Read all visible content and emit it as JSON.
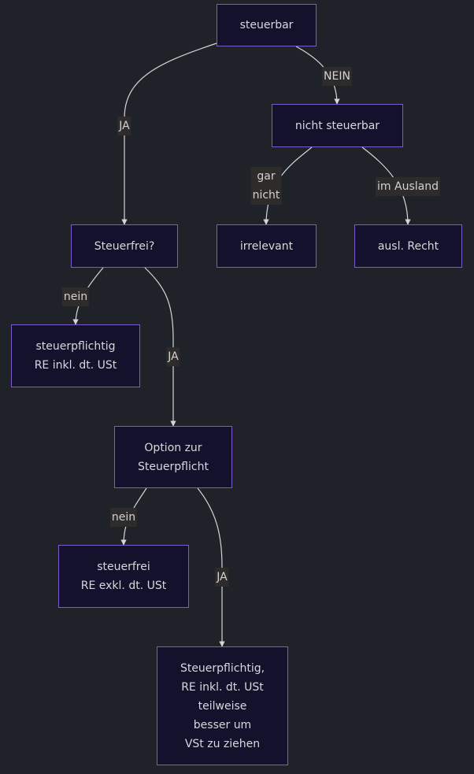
{
  "nodes": {
    "steuerbar": "steuerbar",
    "nicht_steuerbar": "nicht steuerbar",
    "steuerfrei_q": "Steuerfrei?",
    "irrelevant": "irrelevant",
    "ausl_recht": "ausl. Recht",
    "steuerpflichtig_1": "steuerpflichtig\nRE inkl. dt. USt",
    "option": "Option zur\nSteuerpflicht",
    "steuerfrei_2": "steuerfrei\nRE exkl. dt. USt",
    "steuerpflichtig_2": "Steuerpflichtig,\nRE inkl. dt. USt\nteilweise\nbesser um\nVSt zu ziehen"
  },
  "edge_labels": {
    "steuerbar_ja": "JA",
    "steuerbar_nein": "NEIN",
    "gar_nicht": "gar\nnicht",
    "im_ausland": "im Ausland",
    "steuerfrei_nein": "nein",
    "steuerfrei_ja": "JA",
    "option_nein": "nein",
    "option_ja": "JA"
  },
  "colors": {
    "background": "#1f2228",
    "node_fill": "#13112b",
    "node_border": "#7b5cc9",
    "edge": "#d6d6d6",
    "label_bg": "#2d2c2a"
  }
}
